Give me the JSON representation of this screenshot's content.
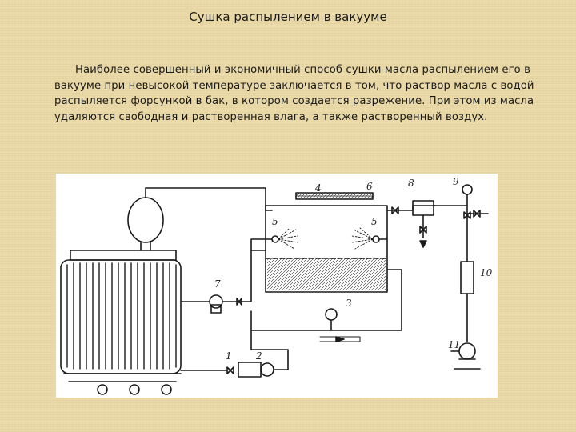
{
  "slide": {
    "title": "Сушка распылением в вакууме",
    "paragraph": "Наиболее совершенный и экономичный способ сушки масла распылением его в вакууме при невысокой температуре заключается в том, что раствор масла с водой распыляется форсункой в бак, в котором создается разрежение. При этом из масла удаляются свободная и растворенная влага, а также растворенный воздух."
  },
  "figure": {
    "labels": {
      "l1": "1",
      "l2": "2",
      "l3": "3",
      "l4": "4",
      "l5a": "5",
      "l5b": "5",
      "l6": "6",
      "l7": "7",
      "l8": "8",
      "l9": "9",
      "l10": "10",
      "l11": "11"
    }
  }
}
